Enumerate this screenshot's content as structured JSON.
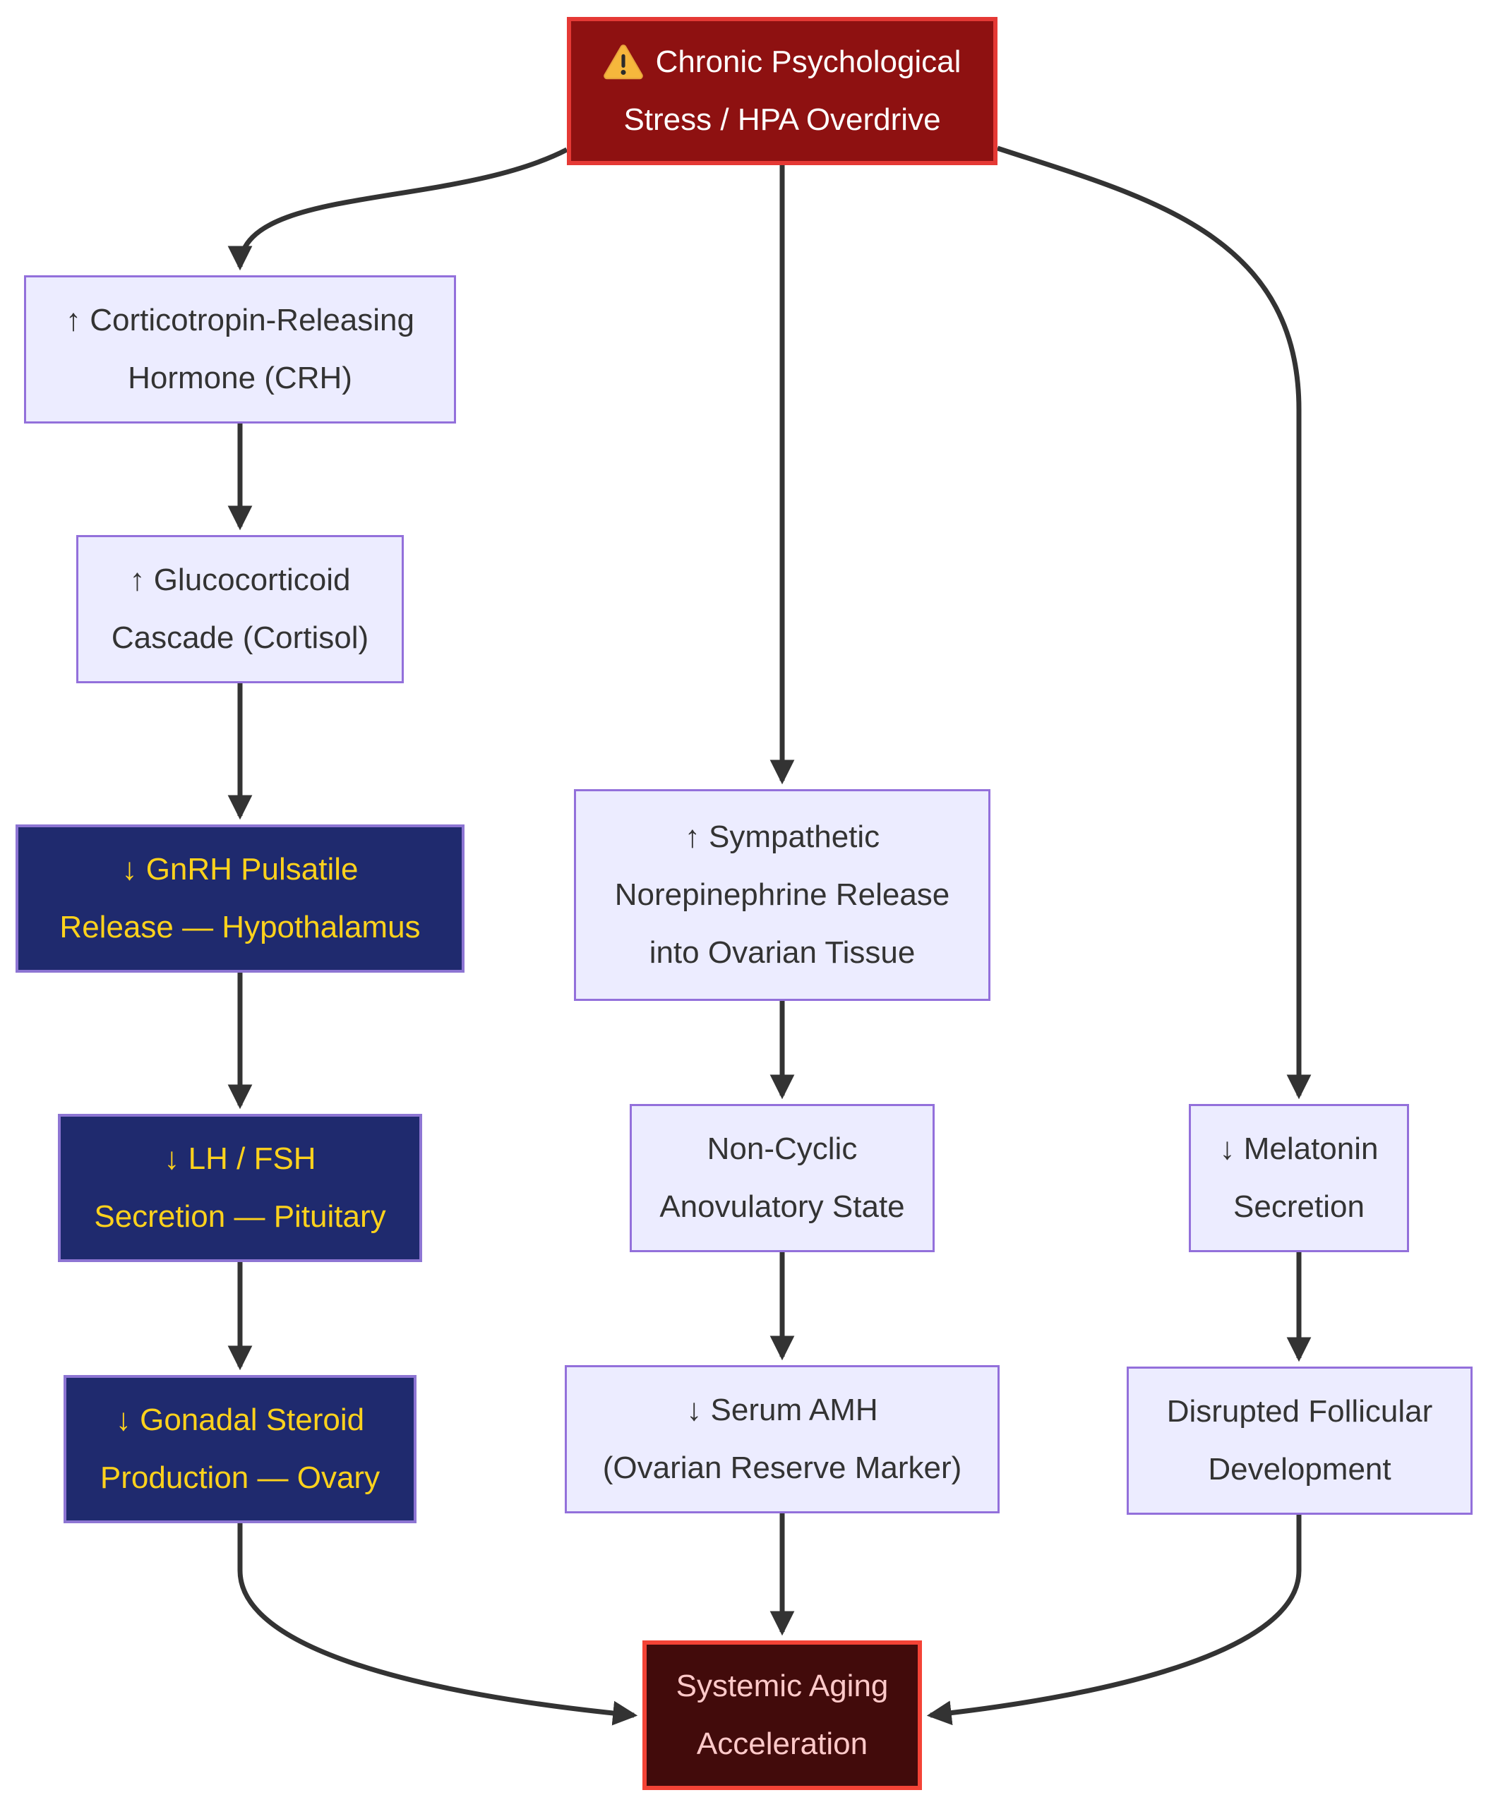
{
  "diagram": {
    "type": "flowchart",
    "background": "#ffffff",
    "nodes": {
      "stress": {
        "icon": "warning-icon",
        "lines": [
          "Chronic Psychological",
          "Stress / HPA Overdrive"
        ],
        "palette": "stress"
      },
      "crh": {
        "lines": [
          "↑ Corticotropin-Releasing",
          "Hormone (CRH)"
        ],
        "palette": "default"
      },
      "gluco": {
        "lines": [
          "↑ Glucocorticoid",
          "Cascade (Cortisol)"
        ],
        "palette": "default"
      },
      "gnrh": {
        "lines": [
          "↓ GnRH Pulsatile",
          "Release — Hypothalamus"
        ],
        "palette": "navy"
      },
      "lhfsh": {
        "lines": [
          "↓ LH / FSH",
          "Secretion — Pituitary"
        ],
        "palette": "navy"
      },
      "gonadal": {
        "lines": [
          "↓ Gonadal Steroid",
          "Production — Ovary"
        ],
        "palette": "navy"
      },
      "sympathetic": {
        "lines": [
          "↑ Sympathetic",
          "Norepinephrine Release",
          "into Ovarian Tissue"
        ],
        "palette": "default"
      },
      "noncyclic": {
        "lines": [
          "Non-Cyclic",
          "Anovulatory State"
        ],
        "palette": "default"
      },
      "amh": {
        "lines": [
          "↓ Serum AMH",
          "(Ovarian Reserve Marker)"
        ],
        "palette": "default"
      },
      "melatonin": {
        "lines": [
          "↓ Melatonin",
          "Secretion"
        ],
        "palette": "default"
      },
      "follicular": {
        "lines": [
          "Disrupted Follicular",
          "Development"
        ],
        "palette": "default"
      },
      "aging": {
        "lines": [
          "Systemic Aging",
          "Acceleration"
        ],
        "palette": "aging"
      }
    },
    "edges": [
      {
        "from": "stress",
        "to": "crh"
      },
      {
        "from": "stress",
        "to": "sympathetic"
      },
      {
        "from": "stress",
        "to": "melatonin"
      },
      {
        "from": "crh",
        "to": "gluco"
      },
      {
        "from": "gluco",
        "to": "gnrh"
      },
      {
        "from": "gnrh",
        "to": "lhfsh"
      },
      {
        "from": "lhfsh",
        "to": "gonadal"
      },
      {
        "from": "sympathetic",
        "to": "noncyclic"
      },
      {
        "from": "noncyclic",
        "to": "amh"
      },
      {
        "from": "melatonin",
        "to": "follicular"
      },
      {
        "from": "gonadal",
        "to": "aging"
      },
      {
        "from": "amh",
        "to": "aging"
      },
      {
        "from": "follicular",
        "to": "aging"
      }
    ],
    "colors": {
      "edge": "#333333",
      "node_default_fill": "#ececff",
      "node_default_border": "#9370db",
      "node_default_text": "#333333",
      "node_navy_fill": "#1f2a6e",
      "node_navy_border": "#8d75d3",
      "node_navy_text": "#ffd21c",
      "stress_fill": "#8e1111",
      "stress_border": "#e53935",
      "stress_text": "#ffffff",
      "aging_fill": "#420b0b",
      "aging_border": "#f44336",
      "aging_text": "#ffc9c9",
      "warning_icon_fill": "#f6b73c"
    }
  }
}
